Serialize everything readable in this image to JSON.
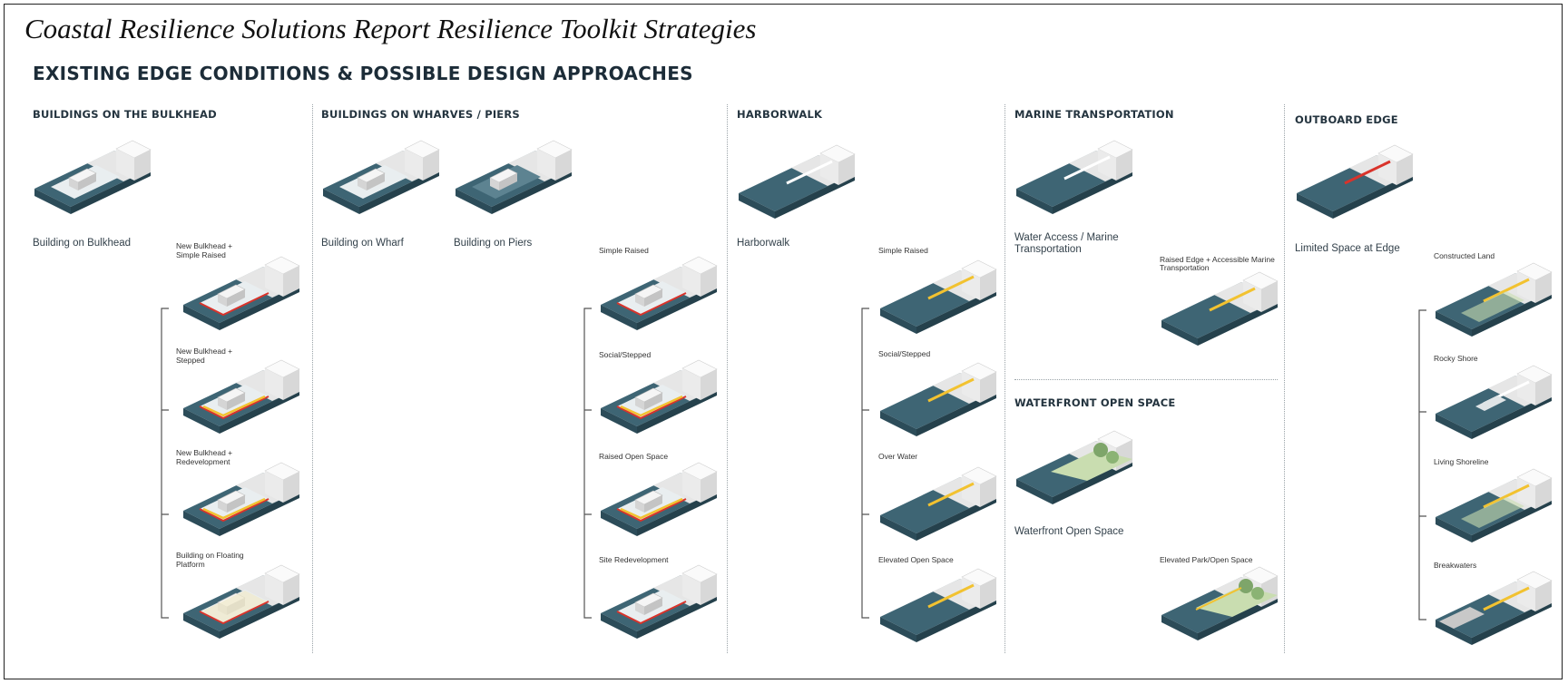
{
  "title": "Coastal Resilience Solutions Report Resilience Toolkit Strategies",
  "heading": "EXISTING EDGE CONDITIONS & POSSIBLE DESIGN APPROACHES",
  "sections": {
    "bulkhead": {
      "title": "BUILDINGS ON THE BULKHEAD",
      "existing": "Building on Bulkhead",
      "options": [
        "New Bulkhead +\nSimple Raised",
        "New Bulkhead +\nStepped",
        "New Bulkhead +\nRedevelopment",
        "Building on Floating\nPlatform"
      ]
    },
    "wharves": {
      "title": "BUILDINGS ON WHARVES / PIERS",
      "existing_wharf": "Building on Wharf",
      "existing_piers": "Building on Piers",
      "options": [
        "Simple Raised",
        "Social/Stepped",
        "Raised Open Space",
        "Site Redevelopment"
      ]
    },
    "harborwalk": {
      "title": "HARBORWALK",
      "existing": "Harborwalk",
      "options": [
        "Simple Raised",
        "Social/Stepped",
        "Over Water",
        "Elevated Open Space"
      ]
    },
    "marine": {
      "title": "MARINE TRANSPORTATION",
      "existing": "Water Access / Marine\nTransportation",
      "option": "Raised Edge + Accessible Marine\nTransportation"
    },
    "openspace": {
      "title": "WATERFRONT OPEN SPACE",
      "existing": "Waterfront Open Space",
      "option": "Elevated Park/Open Space"
    },
    "outboard": {
      "title": "OUTBOARD EDGE",
      "existing": "Limited Space at Edge",
      "options": [
        "Constructed Land",
        "Rocky Shore",
        "Living Shoreline",
        "Breakwaters"
      ]
    }
  },
  "colors": {
    "water": "#3e6574",
    "water_dark": "#2c4c59",
    "building": "#f3f3f3",
    "red": "#d9332b",
    "yellow": "#f2c230",
    "green": "#c9ddb0"
  }
}
